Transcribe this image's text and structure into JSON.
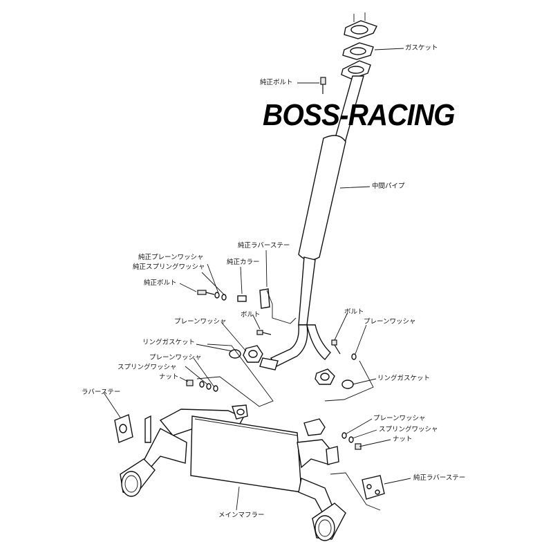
{
  "brand": "BOSS-RACING",
  "labels": {
    "gasket": "ガスケット",
    "oem_bolt_top": "純正ボルト",
    "middle_pipe": "中間パイプ",
    "oem_rubber_stay_top": "純正ラバーステー",
    "oem_plain_washer": "純正プレーンワッシャ",
    "oem_spring_washer": "純正スプリングワッシャ",
    "oem_collar": "純正カラー",
    "oem_bolt_left": "純正ボルト",
    "plain_washer_mid": "プレーンワッシャ",
    "bolt_mid": "ボルト",
    "bolt_right": "ボルト",
    "plain_washer_right": "プレーンワッシャ",
    "ring_gasket_left": "リングガスケット",
    "plain_washer_left": "プレーンワッシャ",
    "spring_washer_left": "スプリングワッシャ",
    "nut_left": "ナット",
    "ring_gasket_right": "リングガスケット",
    "rubber_stay": "ラバーステー",
    "plain_washer_lower": "プレーンワッシャ",
    "spring_washer_lower": "スプリングワッシャ",
    "nut_lower": "ナット",
    "oem_rubber_stay_bottom": "純正ラバーステー",
    "main_muffler": "メインマフラー"
  }
}
